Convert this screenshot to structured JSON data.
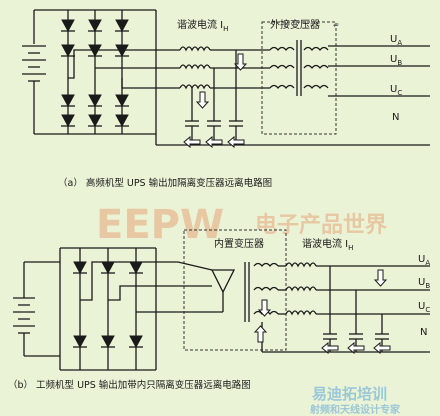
{
  "top": {
    "label_harmonic": "谐波电流 I",
    "label_harmonic_sub": "H",
    "label_transformer": "外接变压器",
    "outputs": [
      {
        "main": "U",
        "sub": "A"
      },
      {
        "main": "U",
        "sub": "B"
      },
      {
        "main": "U",
        "sub": "C"
      },
      {
        "main": "N",
        "sub": ""
      }
    ],
    "caption": "（a） 高频机型 UPS 输出加隔离变压器远离电路图"
  },
  "bottom": {
    "label_transformer": "内置变压器",
    "label_harmonic": "谐波电流 I",
    "label_harmonic_sub": "H",
    "outputs": [
      {
        "main": "U",
        "sub": "A"
      },
      {
        "main": "U",
        "sub": "B"
      },
      {
        "main": "U",
        "sub": "C"
      },
      {
        "main": "N",
        "sub": ""
      }
    ],
    "caption": "（b） 工频机型 UPS 输出加带内只隔离变压器远离电路图"
  },
  "watermarks": {
    "eepw": "EEPW",
    "eepw_cn": "电子产品世界",
    "site_cn": "易迪拓培训",
    "site_sub": "射频和天线设计专家"
  },
  "colors": {
    "background": "#eaf3d6",
    "eepw": "#e7c19a",
    "site": "#9bc7d8"
  }
}
